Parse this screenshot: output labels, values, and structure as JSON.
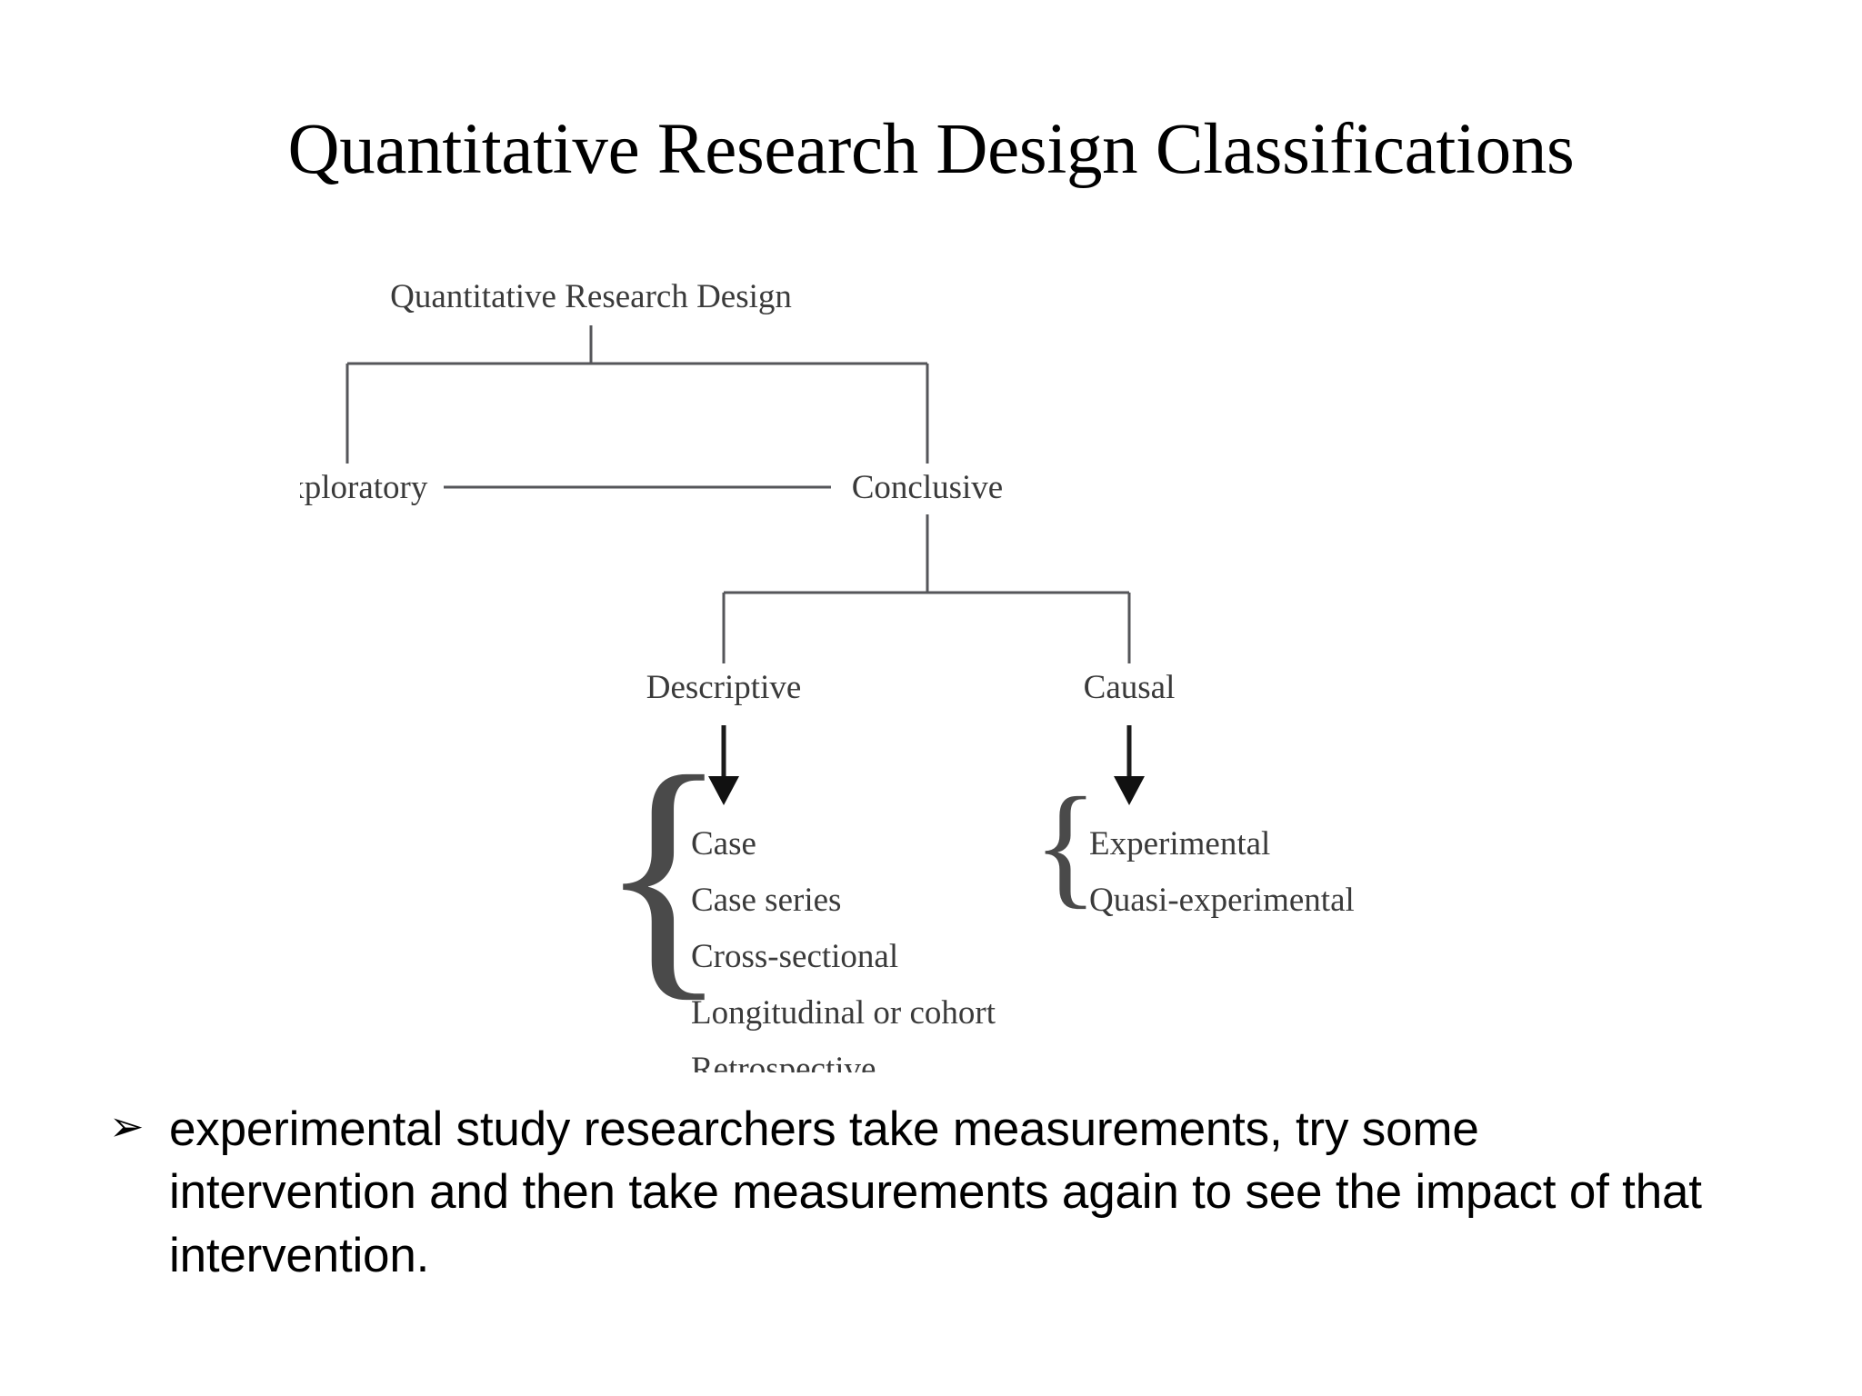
{
  "slide": {
    "title": "Quantitative Research Design Classifications",
    "background_color": "#ffffff",
    "text_color": "#000000"
  },
  "diagram": {
    "type": "tree",
    "line_color": "#55565a",
    "text_color": "#3a3a3a",
    "root": "Quantitative Research Design",
    "level1": {
      "left": "Exploratory",
      "right": "Conclusive"
    },
    "level2": {
      "left": "Descriptive",
      "right": "Causal"
    },
    "descriptive_items": [
      "Case",
      "Case series",
      "Cross-sectional",
      "Longitudinal or cohort",
      "Retrospective"
    ],
    "causal_items": [
      "Experimental",
      "Quasi-experimental"
    ],
    "brace_glyph": "{",
    "arrow_down_icon": "arrow-down-icon"
  },
  "body": {
    "bullet_marker": "➢",
    "bullet_text": "experimental study researchers take measurements, try some intervention and then take measurements again to see the impact of that intervention."
  }
}
